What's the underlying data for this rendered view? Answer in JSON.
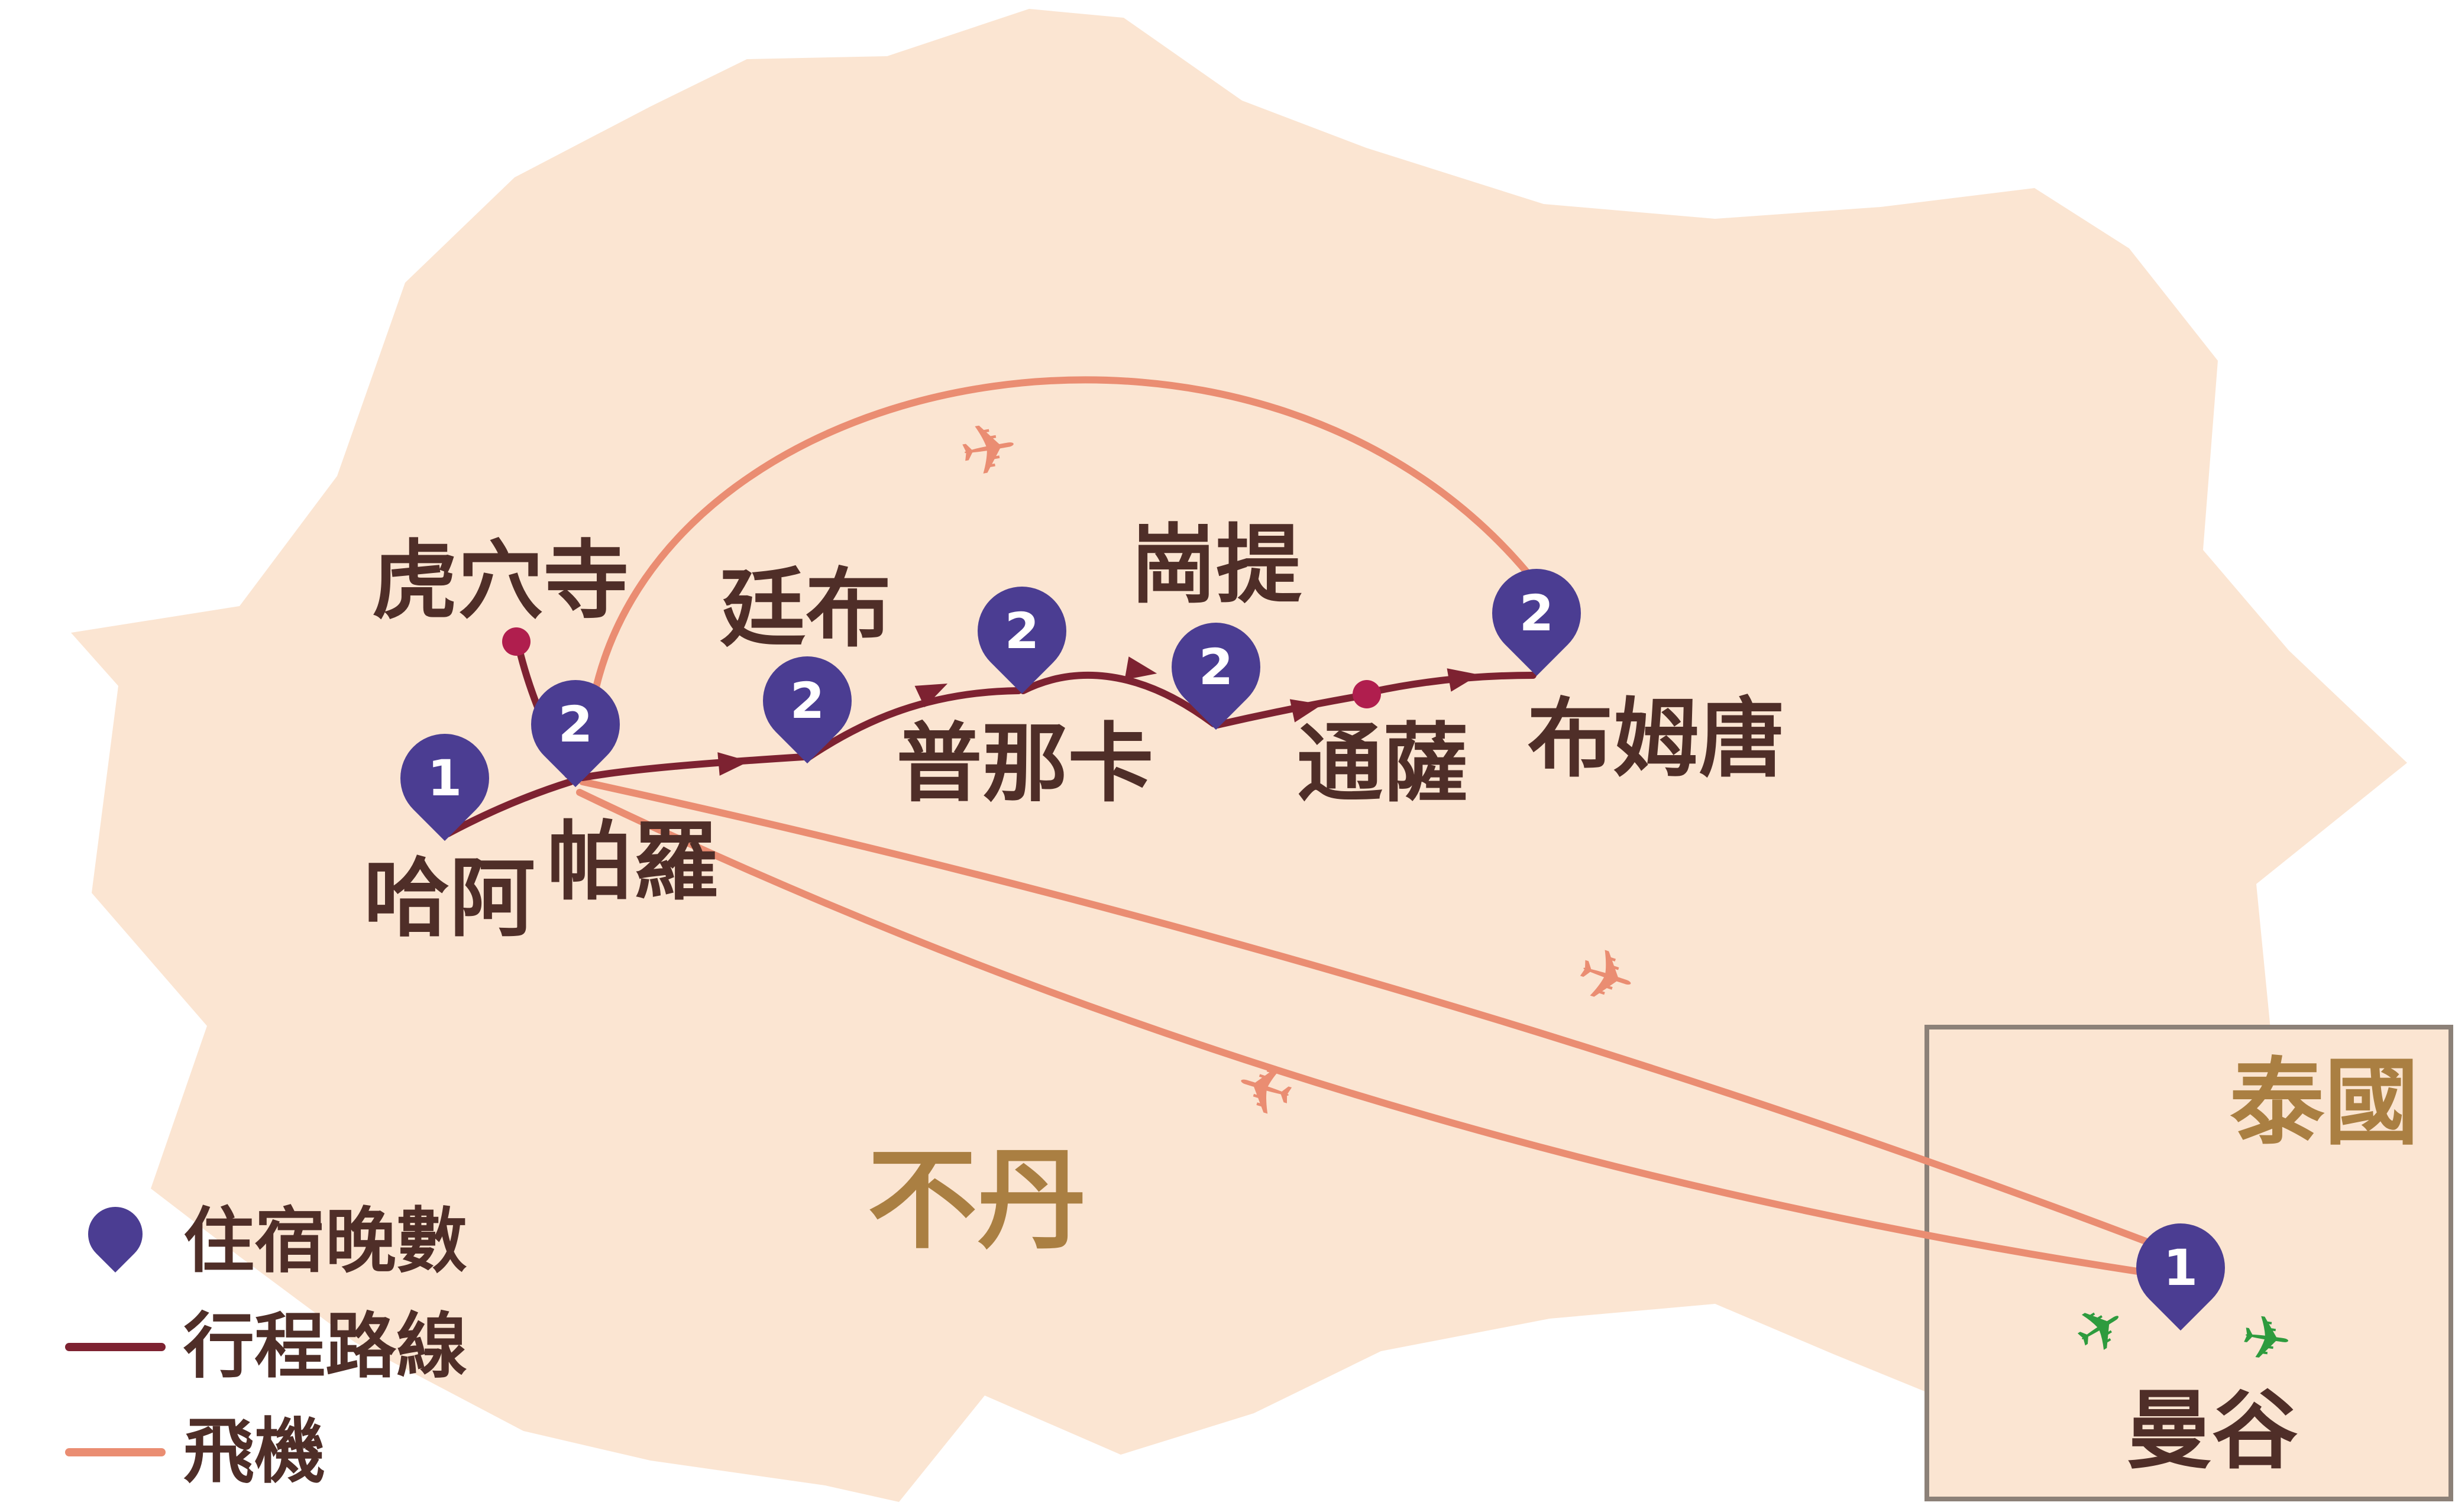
{
  "map": {
    "country_label": "不丹",
    "inset": {
      "country_label": "泰國"
    }
  },
  "legend": {
    "nights_label": "住宿晚數",
    "route_label": "行程路線",
    "flight_label": "飛機"
  },
  "stops": [
    {
      "id": "haa",
      "name": "哈阿",
      "nights": "1"
    },
    {
      "id": "paro",
      "name": "帕羅",
      "nights": "2"
    },
    {
      "id": "thimphu",
      "name": "廷布",
      "nights": "2"
    },
    {
      "id": "punakha",
      "name": "普那卡",
      "nights": "2"
    },
    {
      "id": "gangtey",
      "name": "崗提",
      "nights": "2"
    },
    {
      "id": "bumthang",
      "name": "布姆唐",
      "nights": "2"
    },
    {
      "id": "bangkok",
      "name": "曼谷",
      "nights": "1"
    }
  ],
  "waypoints": [
    {
      "id": "tigers-nest",
      "name": "虎穴寺"
    },
    {
      "id": "trongsa",
      "name": "通薩"
    }
  ],
  "icons": {
    "airplane": "✈"
  },
  "colors": {
    "land": "#fbe5d2",
    "pin": "#4b3d92",
    "route": "#7d2231",
    "flight": "#ea8d72",
    "waypoint_dot": "#b01e4e",
    "place_label": "#4f2e28",
    "country_label": "#aa7f42",
    "bangkok_plane": "#2e9b3e",
    "inset_border": "#8c8178"
  }
}
